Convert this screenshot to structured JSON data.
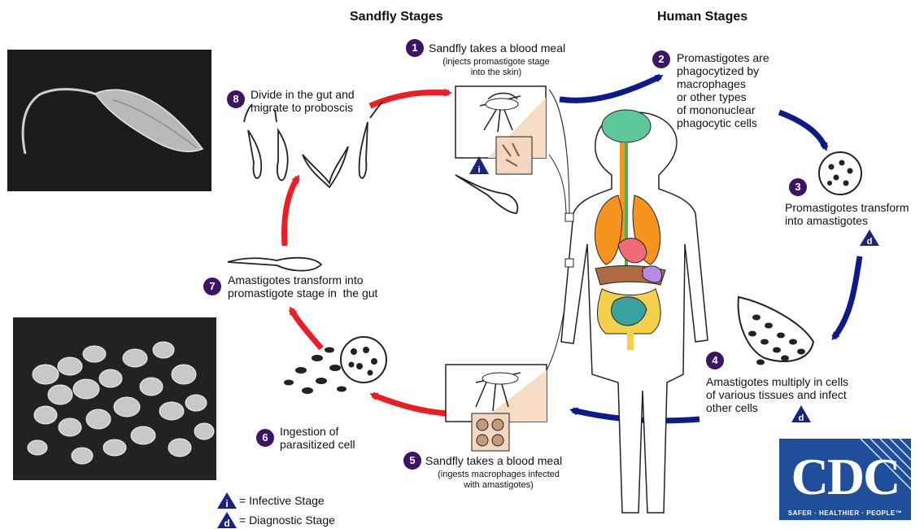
{
  "headings": {
    "sandfly": "Sandfly Stages",
    "human": "Human Stages"
  },
  "steps": [
    {
      "num": "1",
      "title": "Sandfly takes a blood meal",
      "sub": "(injects promastigote stage\ninto the skin)"
    },
    {
      "num": "2",
      "title": "Promastigotes are\nphagocytized by\nmacrophages\nor other types\nof mononuclear\nphagocytic cells"
    },
    {
      "num": "3",
      "title": "Promastigotes transform\ninto amastigotes"
    },
    {
      "num": "4",
      "title": "Amastigotes multiply in cells\nof various tissues and infect\nother cells"
    },
    {
      "num": "5",
      "title": "Sandfly takes a blood meal",
      "sub": "(ingests macrophages infected\nwith amastigotes)"
    },
    {
      "num": "6",
      "title": "Ingestion of\nparasitized cell"
    },
    {
      "num": "7",
      "title": "Amastigotes transform into\npromastigote stage in  the gut"
    },
    {
      "num": "8",
      "title": "Divide in the gut and\nmigrate to proboscis"
    }
  ],
  "legend": {
    "infective_symbol": "i",
    "infective_label": "= Infective Stage",
    "diagnostic_symbol": "d",
    "diagnostic_label": "= Diagnostic Stage"
  },
  "markers": {
    "infective": "i",
    "diagnostic": "d"
  },
  "logo": {
    "letters": "CDC",
    "tagline": "SAFER · HEALTHIER · PEOPLE™"
  },
  "colors": {
    "sandfly_arrow": "#ee1c25",
    "human_arrow": "#0d1a8c",
    "badge": "#3b1466",
    "cdc_blue": "#1f4e9b"
  }
}
